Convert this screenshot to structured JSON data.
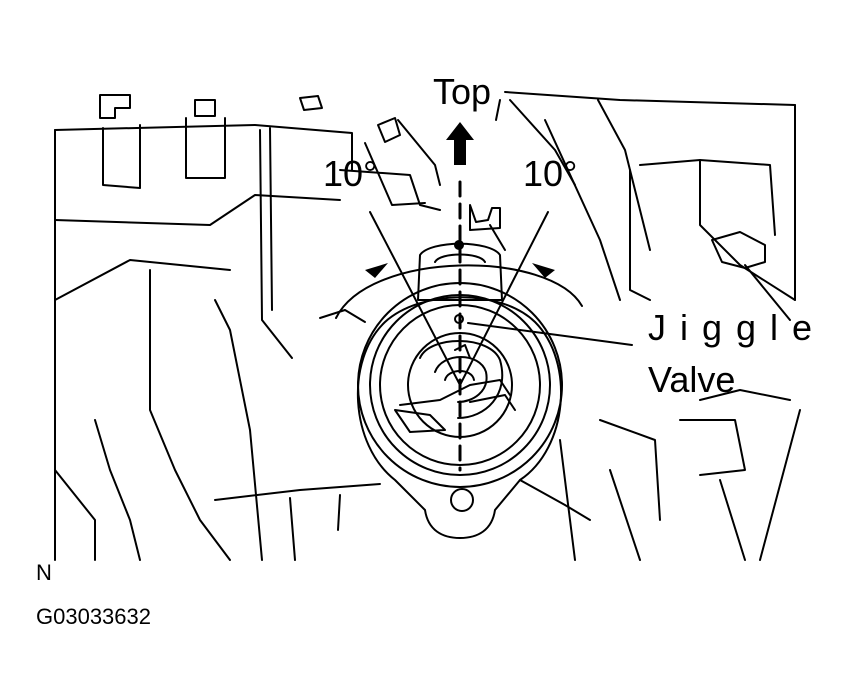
{
  "labels": {
    "top": "Top",
    "angle_left": "10°",
    "angle_right": "10°",
    "jiggle": "Jiggle",
    "valve": "Valve",
    "corner": "N",
    "figure_id": "G03033632"
  },
  "colors": {
    "ink": "#000000",
    "background": "#ffffff"
  }
}
